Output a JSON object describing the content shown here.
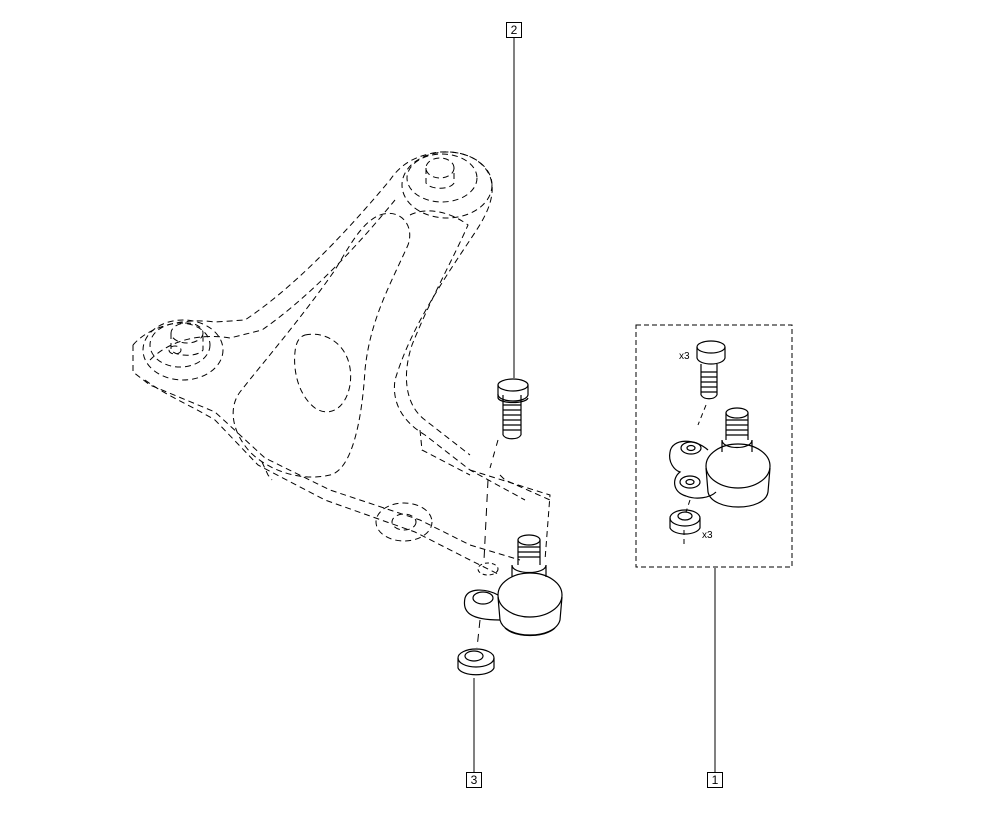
{
  "callouts": [
    {
      "id": "1",
      "label": "1"
    },
    {
      "id": "2",
      "label": "2"
    },
    {
      "id": "3",
      "label": "3"
    }
  ],
  "kit": {
    "bolt_qty": "x3",
    "nut_qty": "x3"
  },
  "colors": {
    "line": "#000000",
    "background": "#ffffff"
  }
}
